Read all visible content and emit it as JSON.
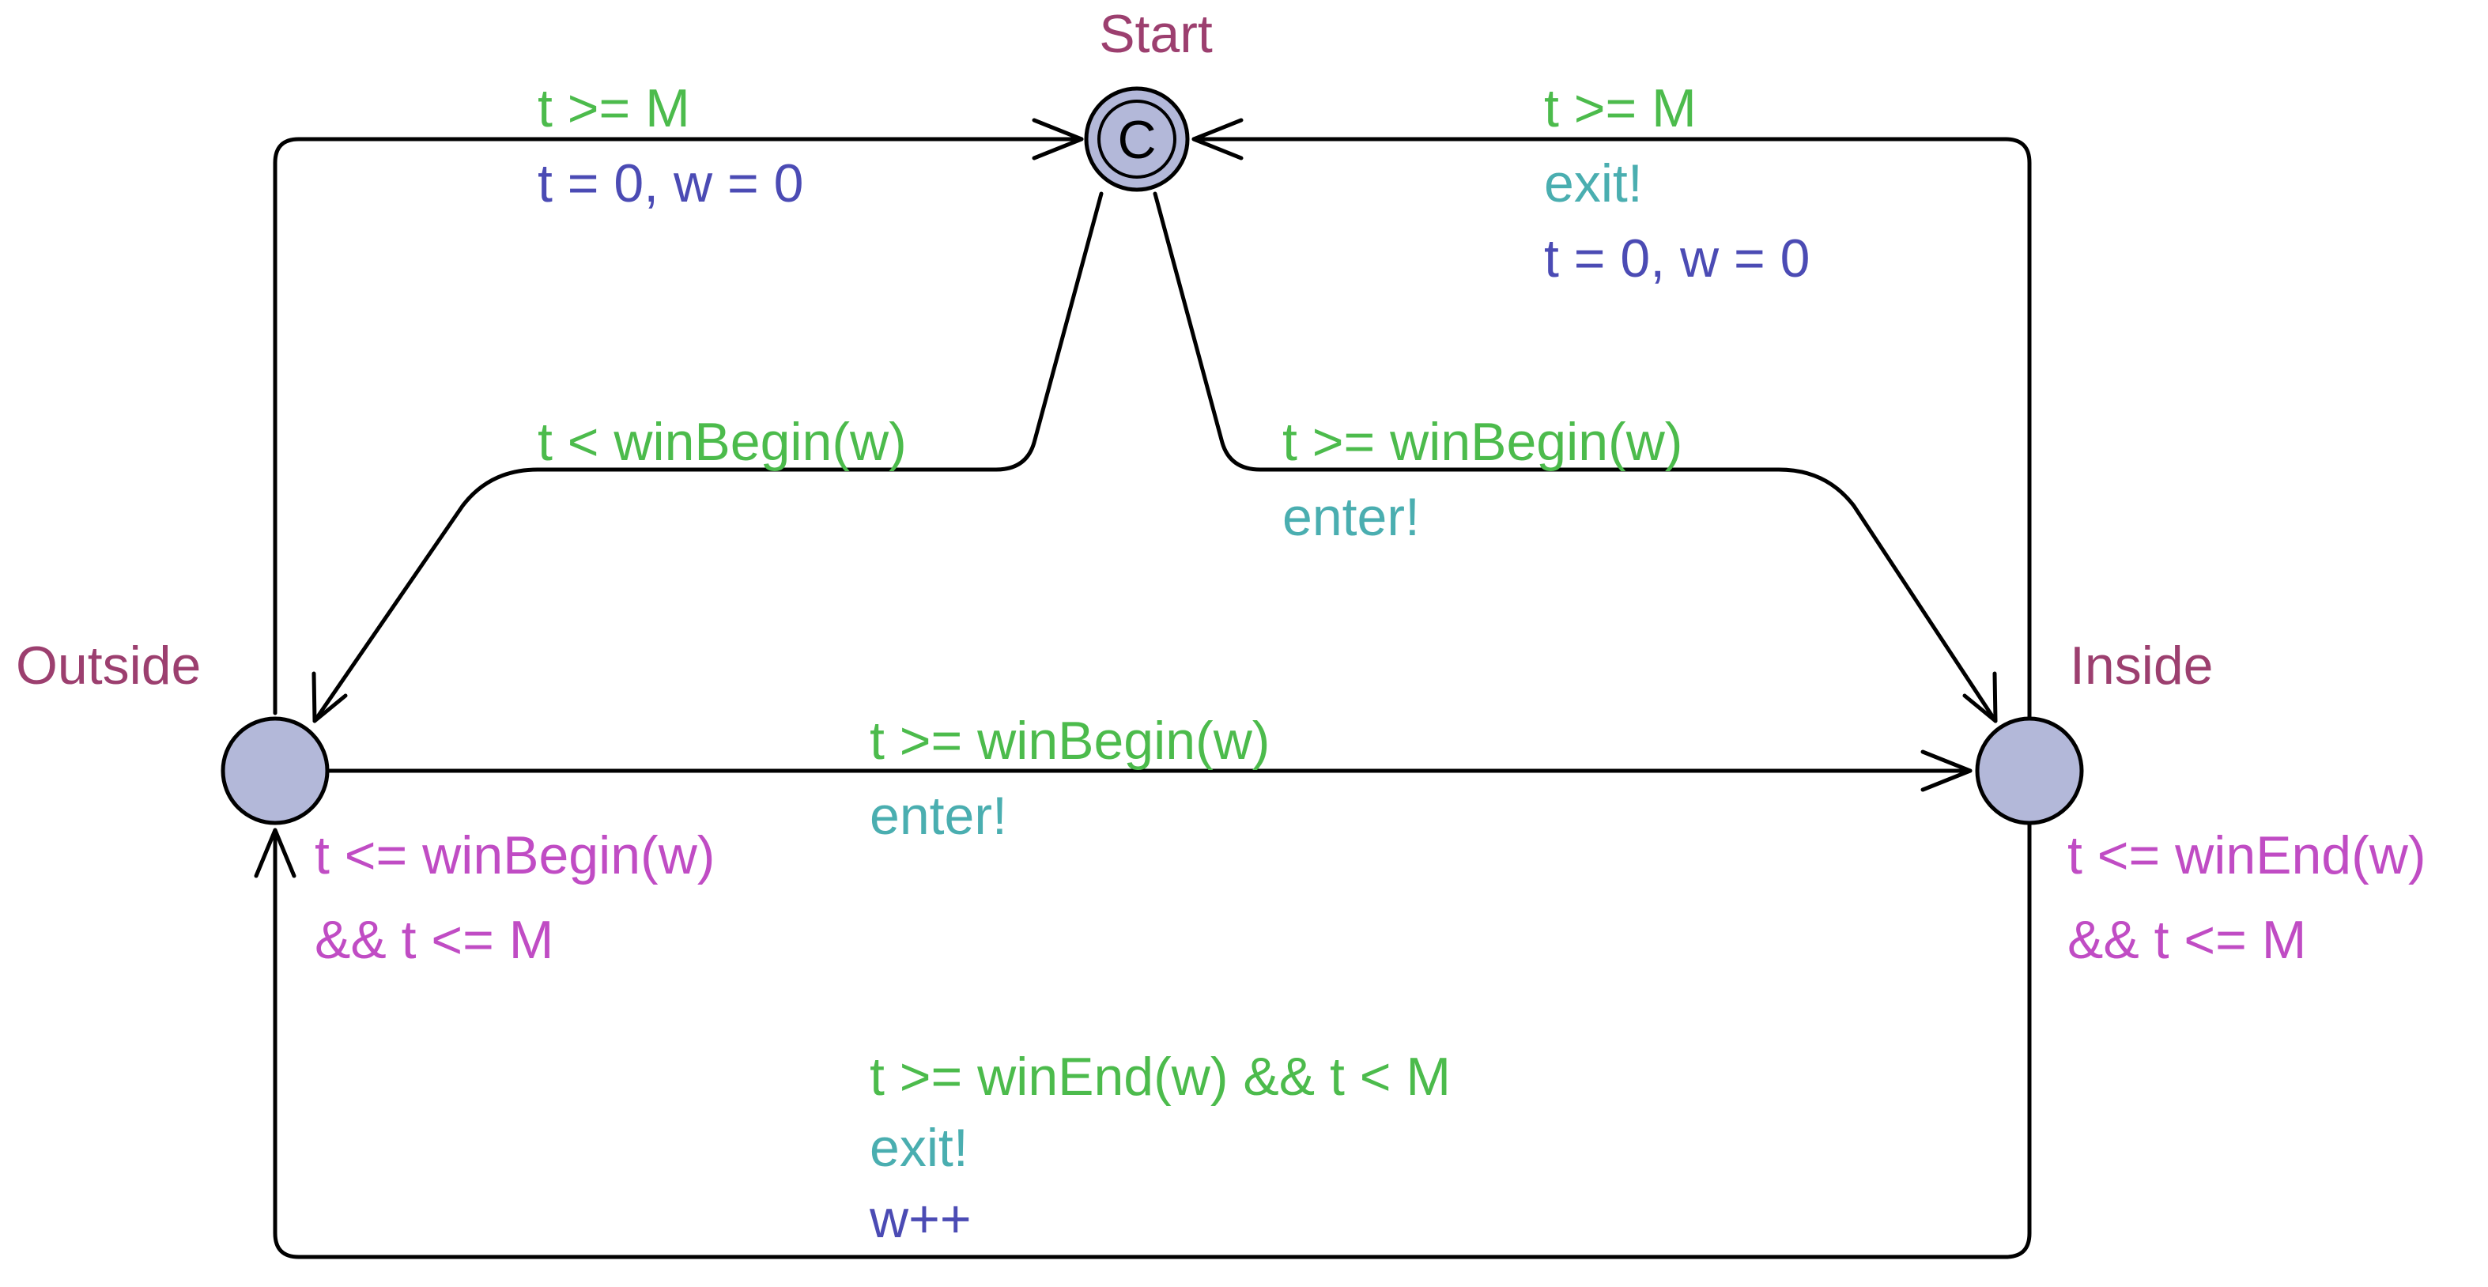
{
  "colors": {
    "location_name": "#9c3f6f",
    "location_fill": "#b3b8d9",
    "guard": "#4cbb4c",
    "sync": "#4aaeb0",
    "update": "#4b4bb4",
    "invariant": "#c04cc4",
    "edge": "#000000"
  },
  "locations": {
    "start": {
      "name": "Start",
      "committed_symbol": "C"
    },
    "outside": {
      "name": "Outside",
      "invariant": [
        "t <= winBegin(w)",
        "&& t <= M"
      ]
    },
    "inside": {
      "name": "Inside",
      "invariant": [
        "t <= winEnd(w)",
        "&& t <= M"
      ]
    }
  },
  "edges": {
    "outside_to_start": {
      "guard": "t >= M",
      "update": "t = 0, w = 0"
    },
    "inside_to_start": {
      "guard": "t >= M",
      "sync": "exit!",
      "update": "t = 0, w = 0"
    },
    "start_to_outside": {
      "guard": "t < winBegin(w)"
    },
    "start_to_inside": {
      "guard": "t >= winBegin(w)",
      "sync": "enter!"
    },
    "outside_to_inside": {
      "guard": "t >= winBegin(w)",
      "sync": "enter!"
    },
    "inside_to_outside": {
      "guard": "t >= winEnd(w) && t < M",
      "sync": "exit!",
      "update": "w++"
    }
  }
}
